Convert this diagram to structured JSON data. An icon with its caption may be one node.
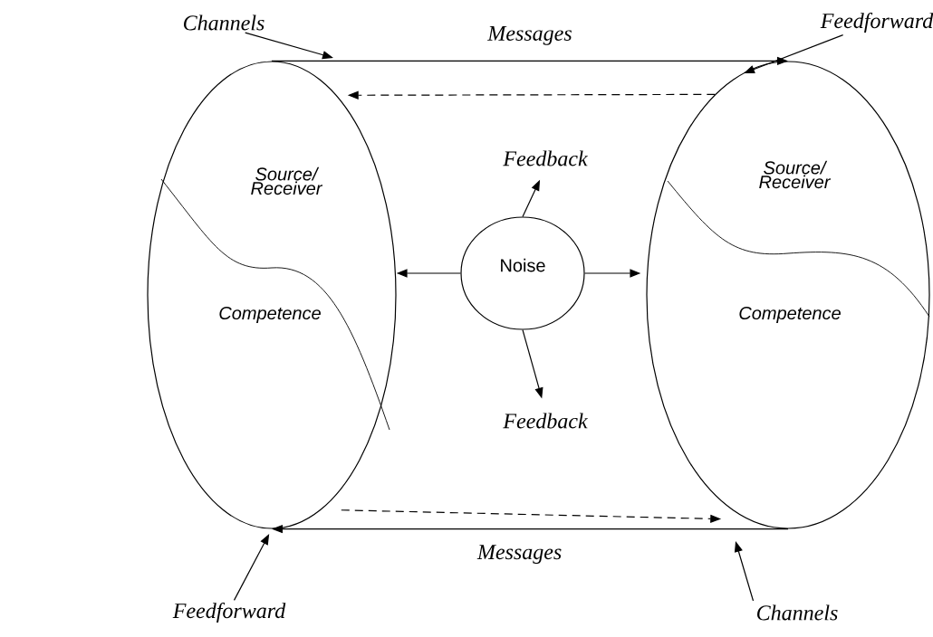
{
  "diagram": {
    "nodes": [
      {
        "text": [
          "Source/ Receiver",
          "Competence"
        ]
      },
      {
        "text": [
          "Source/ Receiver",
          "Competence"
        ]
      },
      {
        "text": [
          "Noise"
        ]
      },
      {
        "text": [
          "Feedback"
        ]
      },
      {
        "text": [
          "Feedback"
        ]
      },
      {
        "text": [
          "Channels"
        ]
      },
      {
        "text": [
          "Feedforward"
        ]
      },
      {
        "text": [
          "Feedforward"
        ]
      },
      {
        "text": [
          "Channels"
        ]
      }
    ],
    "edges": [
      {
        "from": 0,
        "to": 1,
        "arrow": "to",
        "label": "Messages"
      },
      {
        "from": 1,
        "to": 0,
        "arrow": "to",
        "style": "dashed"
      },
      {
        "from": 0,
        "to": 1,
        "arrow": "to",
        "style": "dashed"
      },
      {
        "from": 1,
        "to": 0,
        "arrow": "to",
        "label": "Messages"
      },
      {
        "from": 2,
        "to": 0,
        "arrow": "to"
      },
      {
        "from": 2,
        "to": 1,
        "arrow": "to"
      },
      {
        "from": 2,
        "to": 3,
        "arrow": "to"
      },
      {
        "from": 2,
        "to": 4,
        "arrow": "to"
      },
      {
        "from": 5,
        "to": null,
        "arrow": "to"
      },
      {
        "from": 6,
        "to": 1,
        "arrow": "to"
      },
      {
        "from": 7,
        "to": 0,
        "arrow": "to"
      },
      {
        "from": 8,
        "to": null,
        "arrow": "to"
      }
    ]
  }
}
